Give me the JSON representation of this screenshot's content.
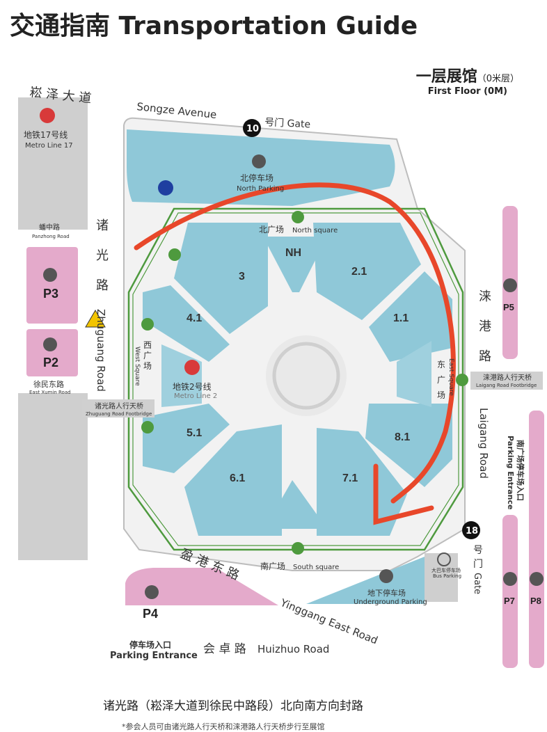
{
  "title": "交通指南 Transportation Guide",
  "floor": {
    "cn": "一层展馆",
    "cn_sub": "（0米层）",
    "en": "First Floor (0M)"
  },
  "roads": {
    "songze_cn": "崧 泽 大 道",
    "songze_en": "Songze Avenue",
    "zhuguang_cn": [
      "诸",
      "光",
      "路"
    ],
    "zhuguang_en": "Zhuguang Road",
    "laigang_cn": [
      "涞",
      "港",
      "路"
    ],
    "laigang_en": "Laigang Road",
    "yinggang_cn": "盈 港 东 路",
    "yinggang_en": "Yinggang East Road",
    "huizhuo_cn": "会 卓 路",
    "huizhuo_en": "Huizhuo Road",
    "panzhong_cn": "蟠中路",
    "panzhong_en": "Panzhong Road",
    "xumin_cn": "徐民东路",
    "xumin_en": "East Xumin Road"
  },
  "metro": {
    "line17_cn": "地铁17号线",
    "line17_en": "Metro Line 17",
    "line2_cn": "地铁2号线",
    "line2_en": "Metro Line 2"
  },
  "gates": {
    "g10_num": "10",
    "g10_label": "号门 Gate",
    "g18_num": "18",
    "g18_cn": [
      "号",
      "门"
    ],
    "g18_en": "Gate"
  },
  "parking": {
    "north_cn": "北停车场",
    "north_en": "North Parking",
    "underground_cn": "地下停车场",
    "underground_en": "Underground Parking",
    "bus_cn": "大巴车停车场",
    "bus_en": "Bus Parking",
    "p2": "P2",
    "p3": "P3",
    "p4": "P4",
    "p5": "P5",
    "p7": "P7",
    "p8": "P8",
    "entrance_cn": "停车场入口",
    "entrance_en": "Parking Entrance",
    "south_entrance_cn": "南广场停车场入口",
    "south_entrance_en": "Parking Entrance"
  },
  "squares": {
    "north_cn": "北广场",
    "north_en": "North square",
    "south_cn": "南广场",
    "south_en": "South square",
    "west_cn": [
      "西",
      "广",
      "场"
    ],
    "west_en": "West Square",
    "east_cn": [
      "东",
      "广",
      "场"
    ],
    "east_en": "East Square"
  },
  "halls": [
    "NH",
    "3",
    "2.1",
    "4.1",
    "1.1",
    "5.1",
    "8.1",
    "6.1",
    "7.1"
  ],
  "footbridges": {
    "zhuguang_cn": "诸光路人行天桥",
    "zhuguang_en": "Zhuguang Road Footbridge",
    "laigang_cn": "涞港路人行天桥",
    "laigang_en": "Laigang Road Footbridge"
  },
  "notice": "诸光路（崧泽大道到徐民中路段）北向南方向封路",
  "notice2": "*参会人员可由诸光路人行天桥和涞港路人行天桥步行至展馆",
  "colors": {
    "hall": "#8fc8d8",
    "parking": "#e4aacb",
    "road": "#c9c9c9",
    "route": "#e8472a",
    "walkway": "#4e9a3e"
  }
}
